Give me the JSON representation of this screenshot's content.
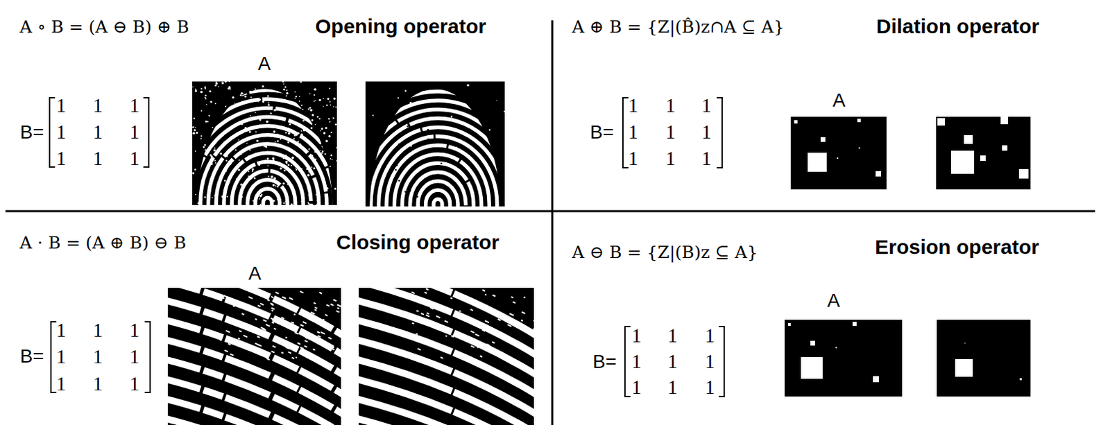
{
  "diagram": {
    "labels": [
      "A ∘ B = (A ⊖ B) ⊕ B",
      "Opening operator",
      "A",
      "B=",
      "1",
      "1",
      "1",
      "1",
      "1",
      "1",
      "1",
      "1",
      "1",
      "A ⊕ B = {Z|(B̂)z∩A ⊆ A}",
      "Dilation operator",
      "B=",
      "1",
      "1",
      "1",
      "1",
      "1",
      "1",
      "1",
      "1",
      "1",
      "A",
      "A · B = (A ⊕ B) ⊖ B",
      "Closing operator",
      "A",
      "B=",
      "1",
      "1",
      "1",
      "1",
      "1",
      "1",
      "1",
      "1",
      "1",
      "A ⊖ B = {Z|(B)z ⊆ A}",
      "Erosion operator",
      "B=",
      "1",
      "1",
      "1",
      "1",
      "1",
      "1",
      "1",
      "1",
      "1",
      "A"
    ]
  }
}
